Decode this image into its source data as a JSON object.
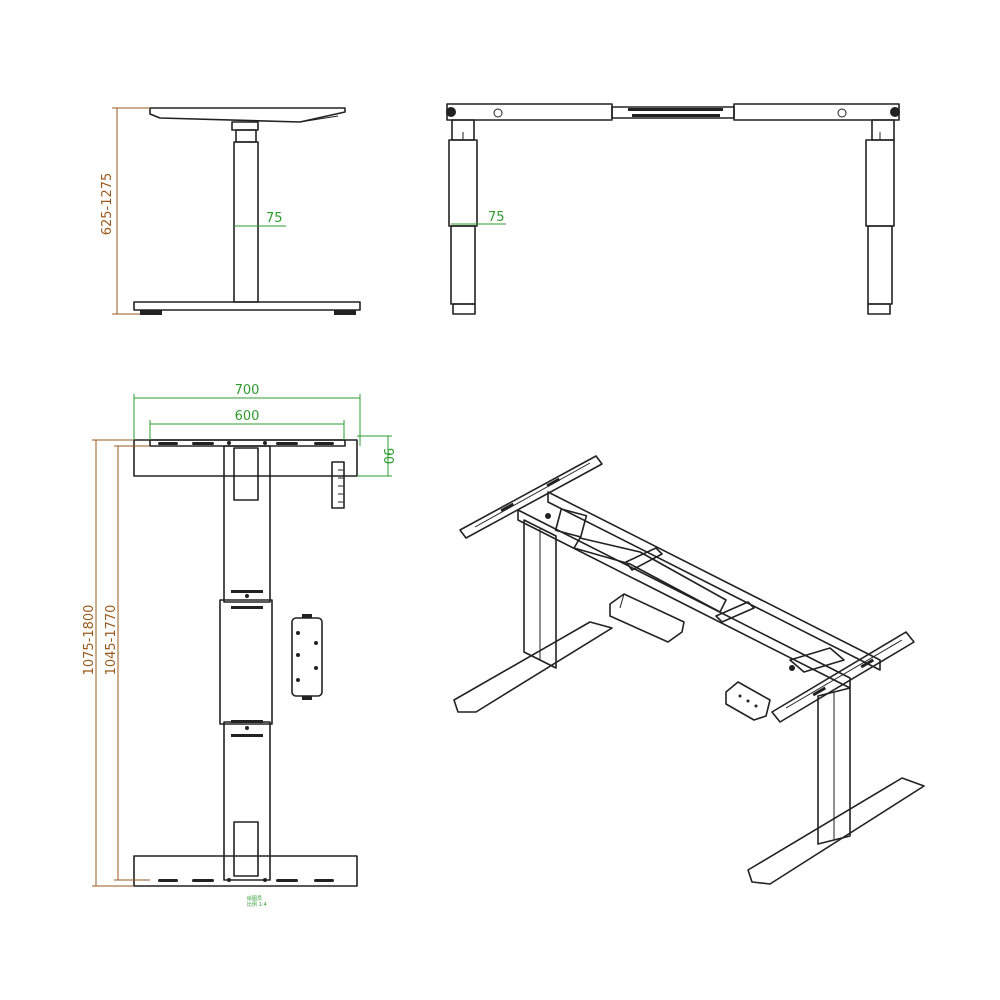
{
  "dimensions": {
    "side_height": "625-1275",
    "side_column_width": "75",
    "front_column_width": "75",
    "top_outer_width": "700",
    "top_inner_width": "600",
    "top_depth": "90",
    "top_length_outer": "1075-1800",
    "top_length_inner": "1045-1770"
  },
  "title_block": {
    "line1": "绘图员",
    "line2": "比例 1:4"
  },
  "colors": {
    "outline": "#222222",
    "dimension_green": "#2e9a2e",
    "dimension_brown": "#9a5a1e",
    "background": "#ffffff"
  }
}
